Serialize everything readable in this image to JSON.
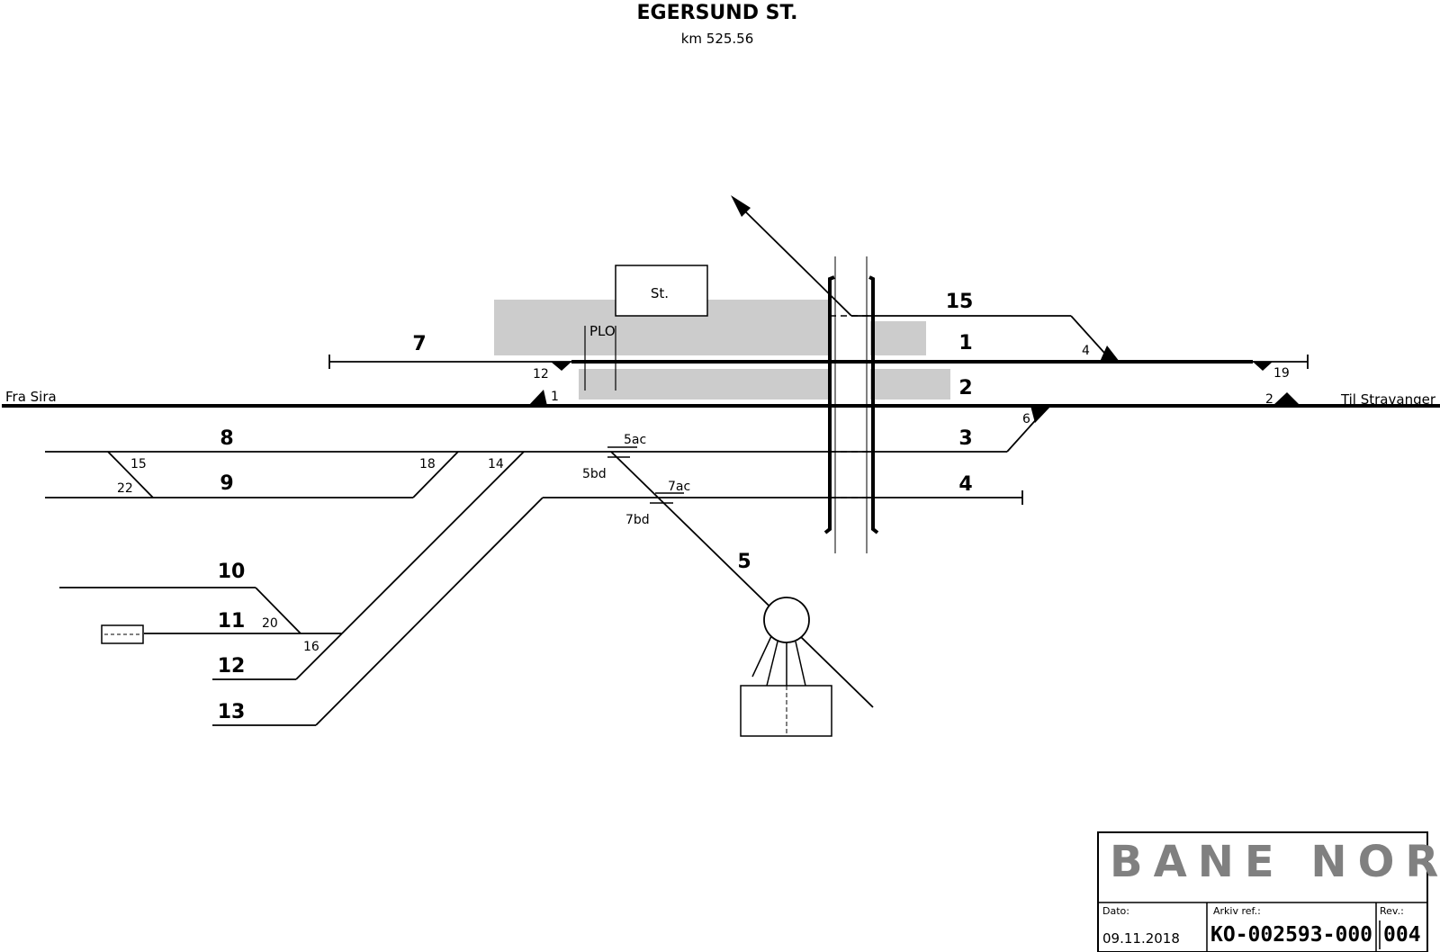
{
  "header": {
    "title": "EGERSUND ST.",
    "subtitle": "km 525.56"
  },
  "directions": {
    "from": "Fra Sira",
    "to": "Til Stravanger"
  },
  "tracks": {
    "t1": "1",
    "t2": "2",
    "t3": "3",
    "t4": "4",
    "t5": "5",
    "t7": "7",
    "t8": "8",
    "t9": "9",
    "t10": "10",
    "t11": "11",
    "t12": "12",
    "t13": "13",
    "t15": "15"
  },
  "switches": {
    "s1": "1",
    "s2": "2",
    "s4": "4",
    "s6": "6",
    "s12": "12",
    "s14": "14",
    "s15": "15",
    "s16": "16",
    "s18": "18",
    "s19": "19",
    "s20": "20",
    "s22": "22",
    "s5ac": "5ac",
    "s5bd": "5bd",
    "s7ac": "7ac",
    "s7bd": "7bd"
  },
  "buildings": {
    "station": "St.",
    "platform_label": "PLO"
  },
  "title_block": {
    "logo": "BANE NOR",
    "date_label": "Dato:",
    "date": "09.11.2018",
    "archive_label": "Arkiv ref.:",
    "archive": "KO-002593-000",
    "rev_label": "Rev.:",
    "rev": "004"
  }
}
